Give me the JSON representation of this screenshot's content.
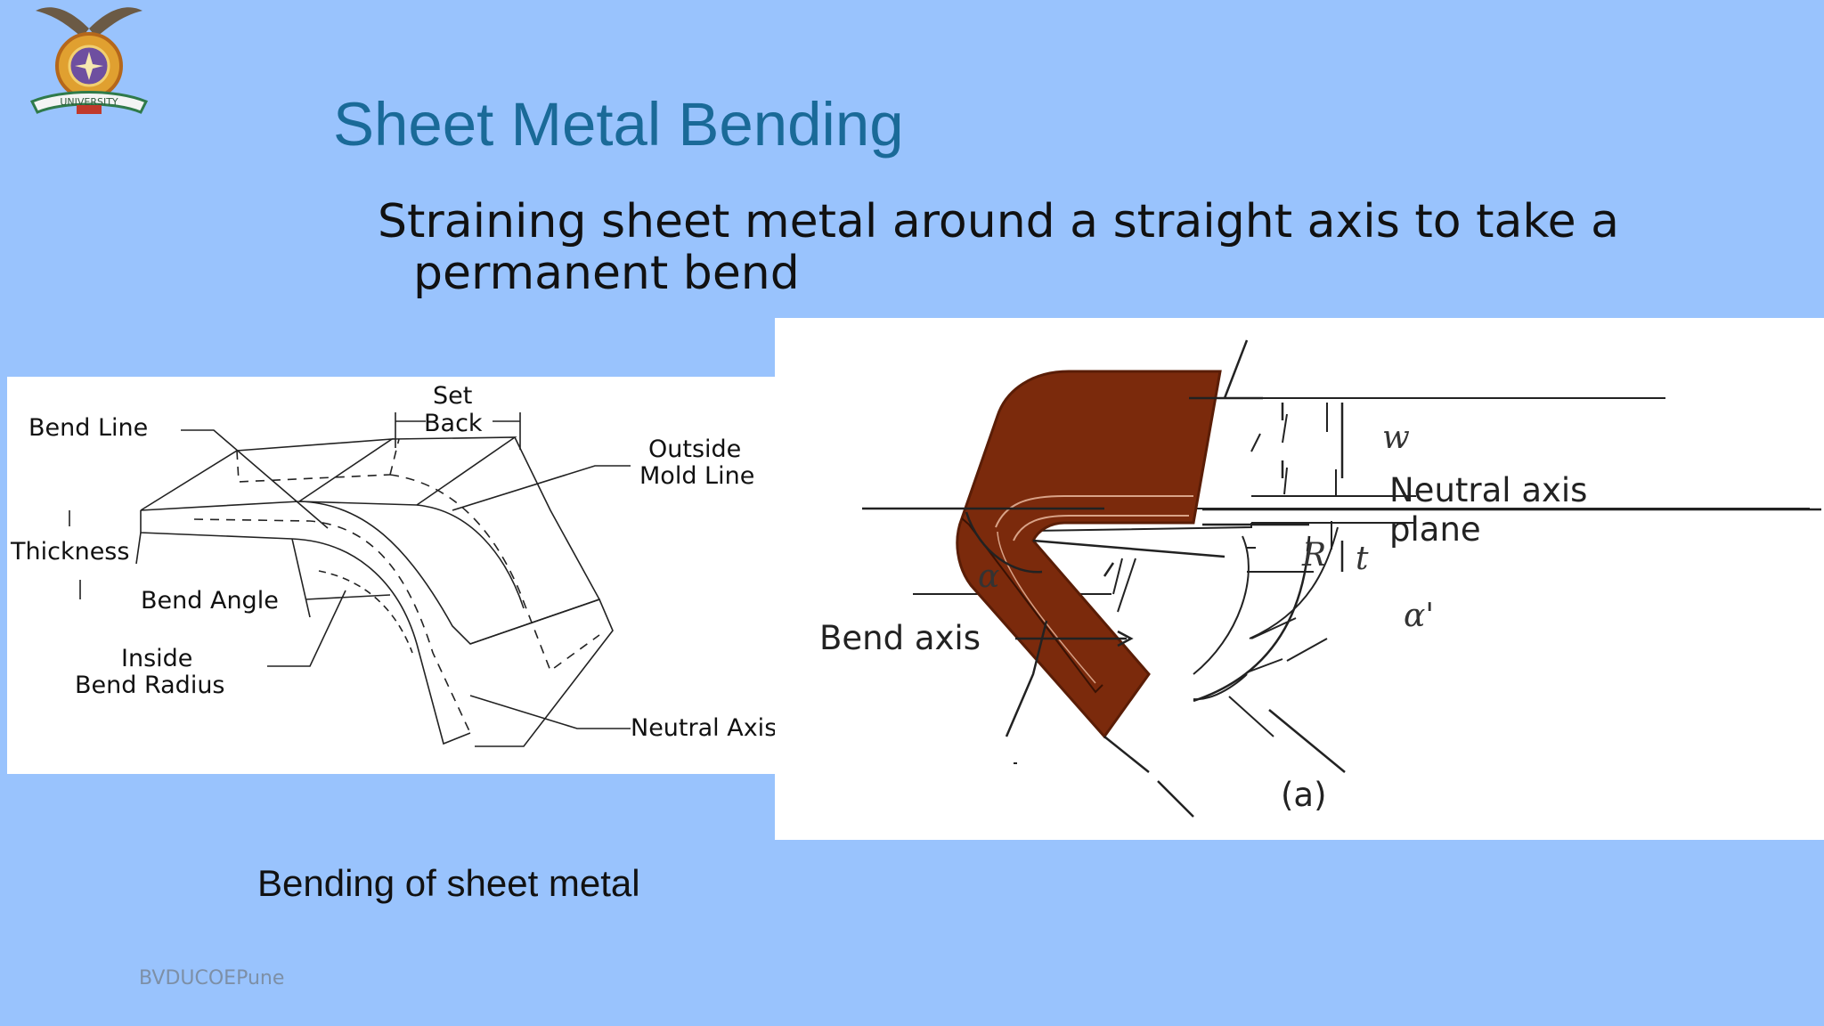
{
  "slide": {
    "title": "Sheet Metal Bending",
    "bullet": "Straining sheet metal around a straight axis to take a permanent bend",
    "caption": "Bending of sheet metal",
    "footer": "BVDUCOEPune"
  },
  "logo": {
    "icon": "university-emblem-icon",
    "ribbon_text": "UNIVERSITY"
  },
  "left_diagram": {
    "labels": {
      "bend_line": "Bend Line",
      "set": "Set",
      "back": "Back",
      "outside": "Outside",
      "mold_line": "Mold Line",
      "thickness": "Thickness",
      "bend_angle": "Bend Angle",
      "inside": "Inside",
      "bend_radius": "Bend Radius",
      "neutral_axis": "Neutral Axis"
    }
  },
  "right_diagram": {
    "labels": {
      "neutral_axis": "Neutral axis",
      "plane": "plane",
      "bend_axis": "Bend axis",
      "r": "R",
      "w": "w",
      "t": "t",
      "alpha": "α",
      "alpha_prime": "α'",
      "figure": "(a)"
    },
    "colors": {
      "sheet": "#7b2a0c",
      "sheet_edge": "#5a1d06"
    }
  }
}
